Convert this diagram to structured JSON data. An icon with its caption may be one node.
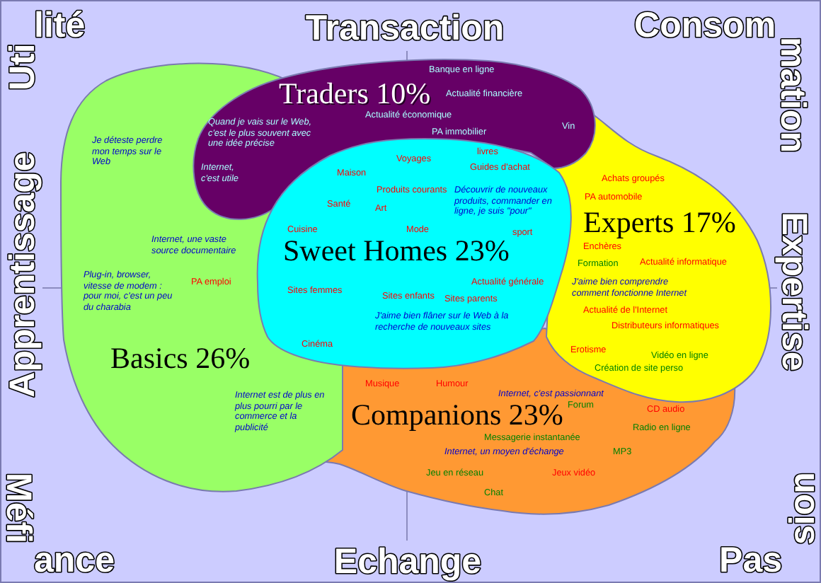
{
  "diagram": {
    "nodes": [
      {
        "text": [
          "Banque en ligne",
          "Traders 10%",
          "Actualité financière",
          "Actualité économique",
          "Quand je vais sur le Web, c'est le plus souvent avec une idée précise",
          "Vin",
          "PA immobilier",
          "Internet, c'est utile"
        ]
      },
      {
        "text": [
          "Je déteste perdre mon temps sur le Web",
          "Internet, une vaste source documentaire",
          "Plug-in, browser, vitesse de modem : pour moi, c'est un peu du charabia",
          "PA emploi",
          "Basics 26%",
          "Internet est de plus en plus pourri par le commerce et la publicité"
        ]
      },
      {
        "text": [
          "livres",
          "Voyages",
          "Guides d'achat",
          "Maison",
          "Produits courants",
          "Découvrir de nouveaux produits, commander en ligne, je suis \"pour\"",
          "Santé",
          "Art",
          "Cuisine",
          "Mode",
          "sport",
          "Sweet Homes 23%",
          "Actualité générale",
          "Sites femmes",
          "Sites enfants",
          "Sites parents",
          "J'aime bien flâner sur le Web à la recherche de nouveaux sites",
          "Cinéma"
        ]
      },
      {
        "text": [
          "Achats groupés",
          "PA automobile",
          "Experts 17%",
          "Enchères",
          "Formation",
          "Actualité informatique",
          "J'aime bien comprendre comment fonctionne Internet",
          "Actualité de l'Internet",
          "Distributeurs informatiques",
          "Erotisme",
          "Vidéo en ligne",
          "Création de site perso"
        ]
      },
      {
        "text": [
          "Musique",
          "Humour",
          "Internet, c'est passionnant",
          "Companions 23%",
          "Forum",
          "CD audio",
          "Radio en ligne",
          "Messagerie instantanée",
          "Internet, un moyen d'échange",
          "MP3",
          "Jeu en réseau",
          "Jeux vidéo",
          "Chat"
        ]
      }
    ],
    "labels": [
      "Utilité",
      "Transaction",
      "Consommation",
      "Apprentissage",
      "Expertise",
      "Méfiance",
      "Echange",
      "Passion"
    ]
  }
}
